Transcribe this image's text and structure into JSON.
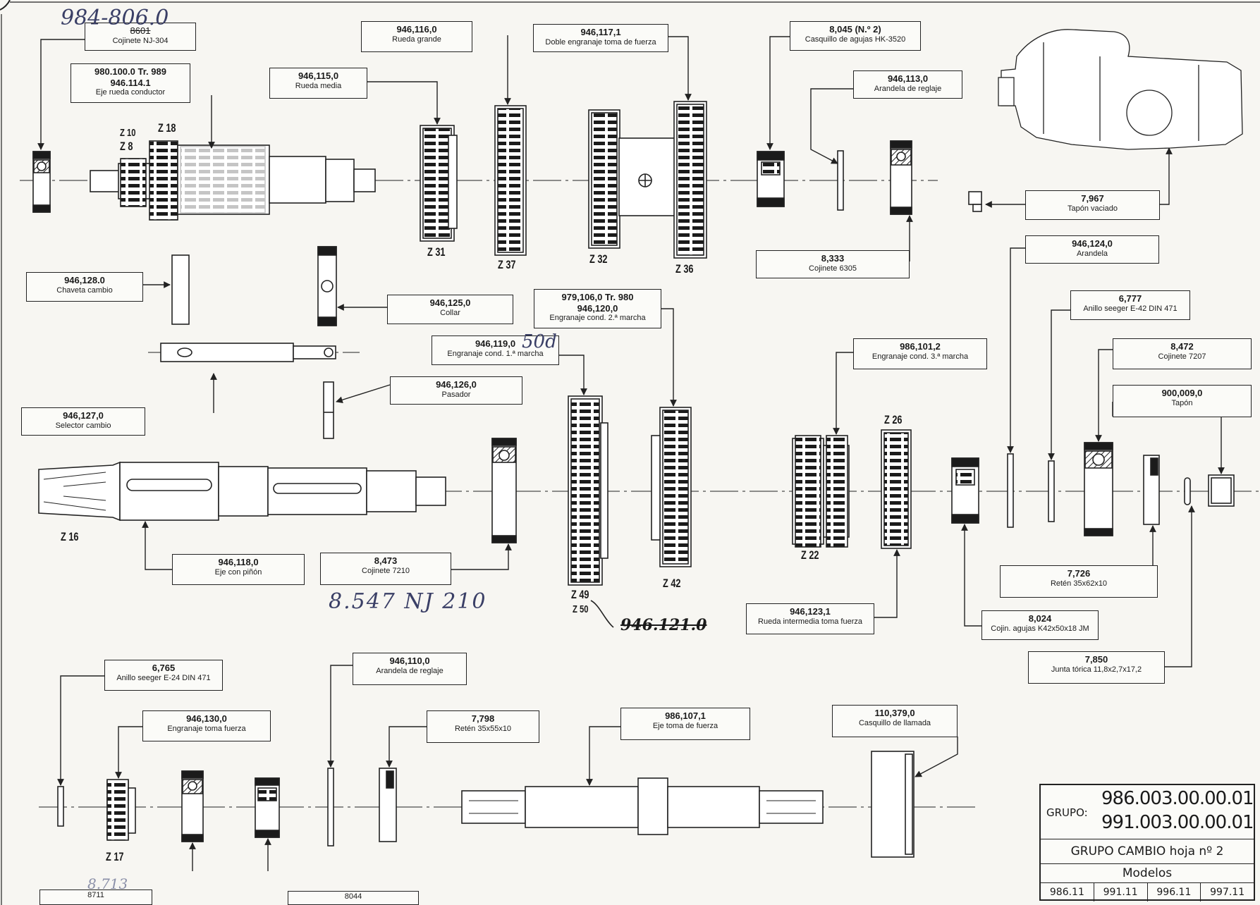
{
  "handwritten": {
    "top_code": "984-806.0",
    "sode": "50d",
    "bottom_note": "8.547  NJ 210",
    "struck": "946.121.0",
    "small_note": "8.713"
  },
  "labels": [
    {
      "id": "l01",
      "code": "8601",
      "name": "Cojinete NJ-304"
    },
    {
      "id": "l02",
      "code": "980.100.0 Tr. 989",
      "code2": "946.114.1",
      "name": "Eje rueda conductor"
    },
    {
      "id": "l03",
      "code": "946,115,0",
      "name": "Rueda media"
    },
    {
      "id": "l04",
      "code": "946,116,0",
      "name": "Rueda grande"
    },
    {
      "id": "l05",
      "code": "946,117,1",
      "name": "Doble engranaje toma de fuerza"
    },
    {
      "id": "l06",
      "code": "8,045 (N.º 2)",
      "name": "Casquillo de agujas HK-3520"
    },
    {
      "id": "l07",
      "code": "946,113,0",
      "name": "Arandela de reglaje"
    },
    {
      "id": "l08",
      "code": "7,967",
      "name": "Tapón vaciado"
    },
    {
      "id": "l09",
      "code": "8,333",
      "name": "Cojinete 6305"
    },
    {
      "id": "l10",
      "code": "946,124,0",
      "name": "Arandela"
    },
    {
      "id": "l11",
      "code": "946,128.0",
      "name": "Chaveta cambio"
    },
    {
      "id": "l12",
      "code": "946,125,0",
      "name": "Collar"
    },
    {
      "id": "l13",
      "code": "979,106,0 Tr. 980",
      "code2": "946,120,0",
      "name": "Engranaje cond. 2.ª marcha"
    },
    {
      "id": "l14",
      "code": "6,777",
      "name": "Anillo seeger E-42 DIN 471"
    },
    {
      "id": "l15",
      "code": "946,119,0",
      "name": "Engranaje cond. 1.ª marcha"
    },
    {
      "id": "l16",
      "code": "986,101,2",
      "name": "Engranaje cond. 3.ª marcha"
    },
    {
      "id": "l17",
      "code": "8,472",
      "name": "Cojinete 7207"
    },
    {
      "id": "l18",
      "code": "946,126,0",
      "name": "Pasador"
    },
    {
      "id": "l19",
      "code": "900,009,0",
      "name": "Tapón"
    },
    {
      "id": "l20",
      "code": "946,127,0",
      "name": "Selector cambio"
    },
    {
      "id": "l21",
      "code": "946,118,0",
      "name": "Eje con piñón"
    },
    {
      "id": "l22",
      "code": "8,473",
      "name": "Cojinete 7210"
    },
    {
      "id": "l23",
      "code": "7,726",
      "name": "Retén 35x62x10"
    },
    {
      "id": "l24",
      "code": "946,123,1",
      "name": "Rueda intermedia toma fuerza"
    },
    {
      "id": "l25",
      "code": "8,024",
      "name": "Cojin. agujas K42x50x18 JM"
    },
    {
      "id": "l26",
      "code": "6,765",
      "name": "Anillo seeger E-24 DIN 471"
    },
    {
      "id": "l27",
      "code": "946,110,0",
      "name": "Arandela de reglaje"
    },
    {
      "id": "l28",
      "code": "7,850",
      "name": "Junta tórica 11,8x2,7x17,2"
    },
    {
      "id": "l29",
      "code": "946,130,0",
      "name": "Engranaje toma fuerza"
    },
    {
      "id": "l30",
      "code": "7,798",
      "name": "Retén 35x55x10"
    },
    {
      "id": "l31",
      "code": "986,107,1",
      "name": "Eje toma de fuerza"
    },
    {
      "id": "l32",
      "code": "110,379,0",
      "name": "Casquillo de llamada"
    },
    {
      "id": "l33",
      "code": "8711",
      "name": ""
    },
    {
      "id": "l34",
      "code": "8044",
      "name": ""
    }
  ],
  "teeth": [
    {
      "id": "z1",
      "text": "Z 10"
    },
    {
      "id": "z2",
      "text": "Z 8"
    },
    {
      "id": "z3",
      "text": "Z 18"
    },
    {
      "id": "z4",
      "text": "Z 31"
    },
    {
      "id": "z5",
      "text": "Z 37"
    },
    {
      "id": "z6",
      "text": "Z 32"
    },
    {
      "id": "z7",
      "text": "Z 36"
    },
    {
      "id": "z8",
      "text": "Z 16"
    },
    {
      "id": "z9",
      "text": "Z 26"
    },
    {
      "id": "z10",
      "text": "Z 22"
    },
    {
      "id": "z11",
      "text": "Z 49"
    },
    {
      "id": "z12",
      "text": "Z 50"
    },
    {
      "id": "z13",
      "text": "Z 42"
    },
    {
      "id": "z14",
      "text": "Z 17"
    }
  ],
  "title_block": {
    "grupo_label": "GRUPO:",
    "code1": "986.003.00.00.01",
    "code2": "991.003.00.00.01",
    "subtitle": "GRUPO  CAMBIO  hoja nº 2",
    "models_header": "Modelos",
    "models": [
      "986.11",
      "991.11",
      "996.11",
      "997.11"
    ]
  }
}
